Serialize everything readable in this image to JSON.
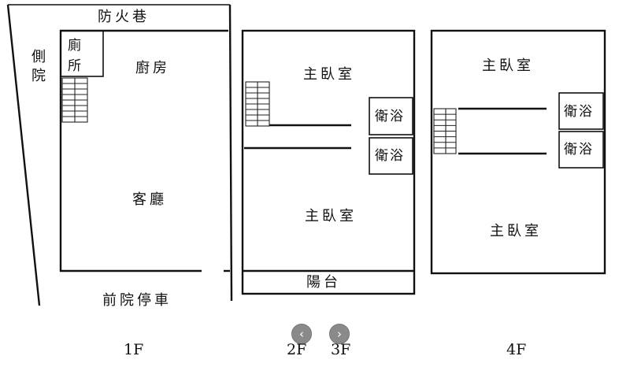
{
  "floor1": {
    "lane": "防火巷",
    "side_yard": "側院",
    "toilet": "廁所",
    "kitchen": "廚房",
    "living": "客廳",
    "front_yard": "前院停車",
    "label": "1F"
  },
  "floor23": {
    "bedroom_top": "主臥室",
    "bath_1": "衛浴",
    "bath_2": "衛浴",
    "bedroom_bottom": "主臥室",
    "balcony": "陽台",
    "label_2f": "2F",
    "label_3f": "3F"
  },
  "floor4": {
    "bedroom_top": "主臥室",
    "bath_1": "衛浴",
    "bath_2": "衛浴",
    "bedroom_bottom": "主臥室",
    "label": "4F"
  },
  "nav": {
    "prev_icon": "chevron-left-icon",
    "next_icon": "chevron-right-icon",
    "prev_glyph": "‹",
    "next_glyph": "›"
  }
}
